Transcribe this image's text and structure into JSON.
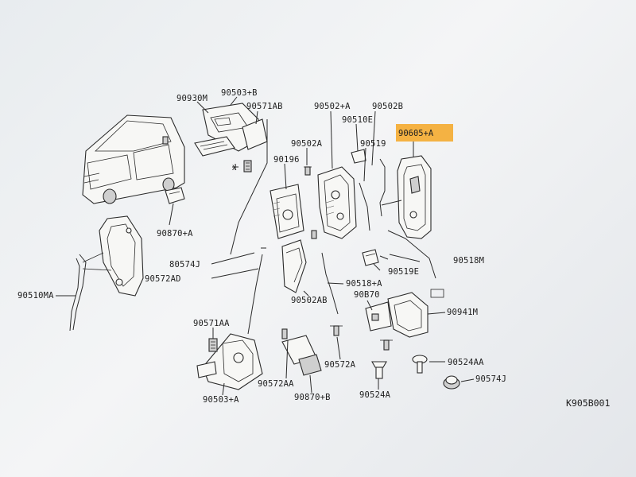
{
  "diagram": {
    "highlight_color": "#f5a623",
    "labels": {
      "p90930M": "90930M",
      "p90503B": "90503+B",
      "p90571AB": "90571AB",
      "p90502A_top": "90502+A",
      "p90502B": "90502B",
      "p90510E": "90510E",
      "p90605A": "90605+A",
      "p90519": "90519",
      "p90502A": "90502A",
      "p90196": "90196",
      "p90870A": "90870+A",
      "p80574J": "80574J",
      "p90572AD": "90572AD",
      "p90518M": "90518M",
      "p90519E": "90519E",
      "p90518A": "90518+A",
      "p90510MA": "90510MA",
      "p90502AB": "90502AB",
      "p90B70": "90B70",
      "p90941M": "90941M",
      "p90571AA": "90571AA",
      "p90524AA": "90524AA",
      "p90574J": "90574J",
      "p90572A": "90572A",
      "p90572AA": "90572AA",
      "p90503A": "90503+A",
      "p90870B": "90870+B",
      "p90524A": "90524A"
    },
    "drawing_code": "K905B001"
  }
}
